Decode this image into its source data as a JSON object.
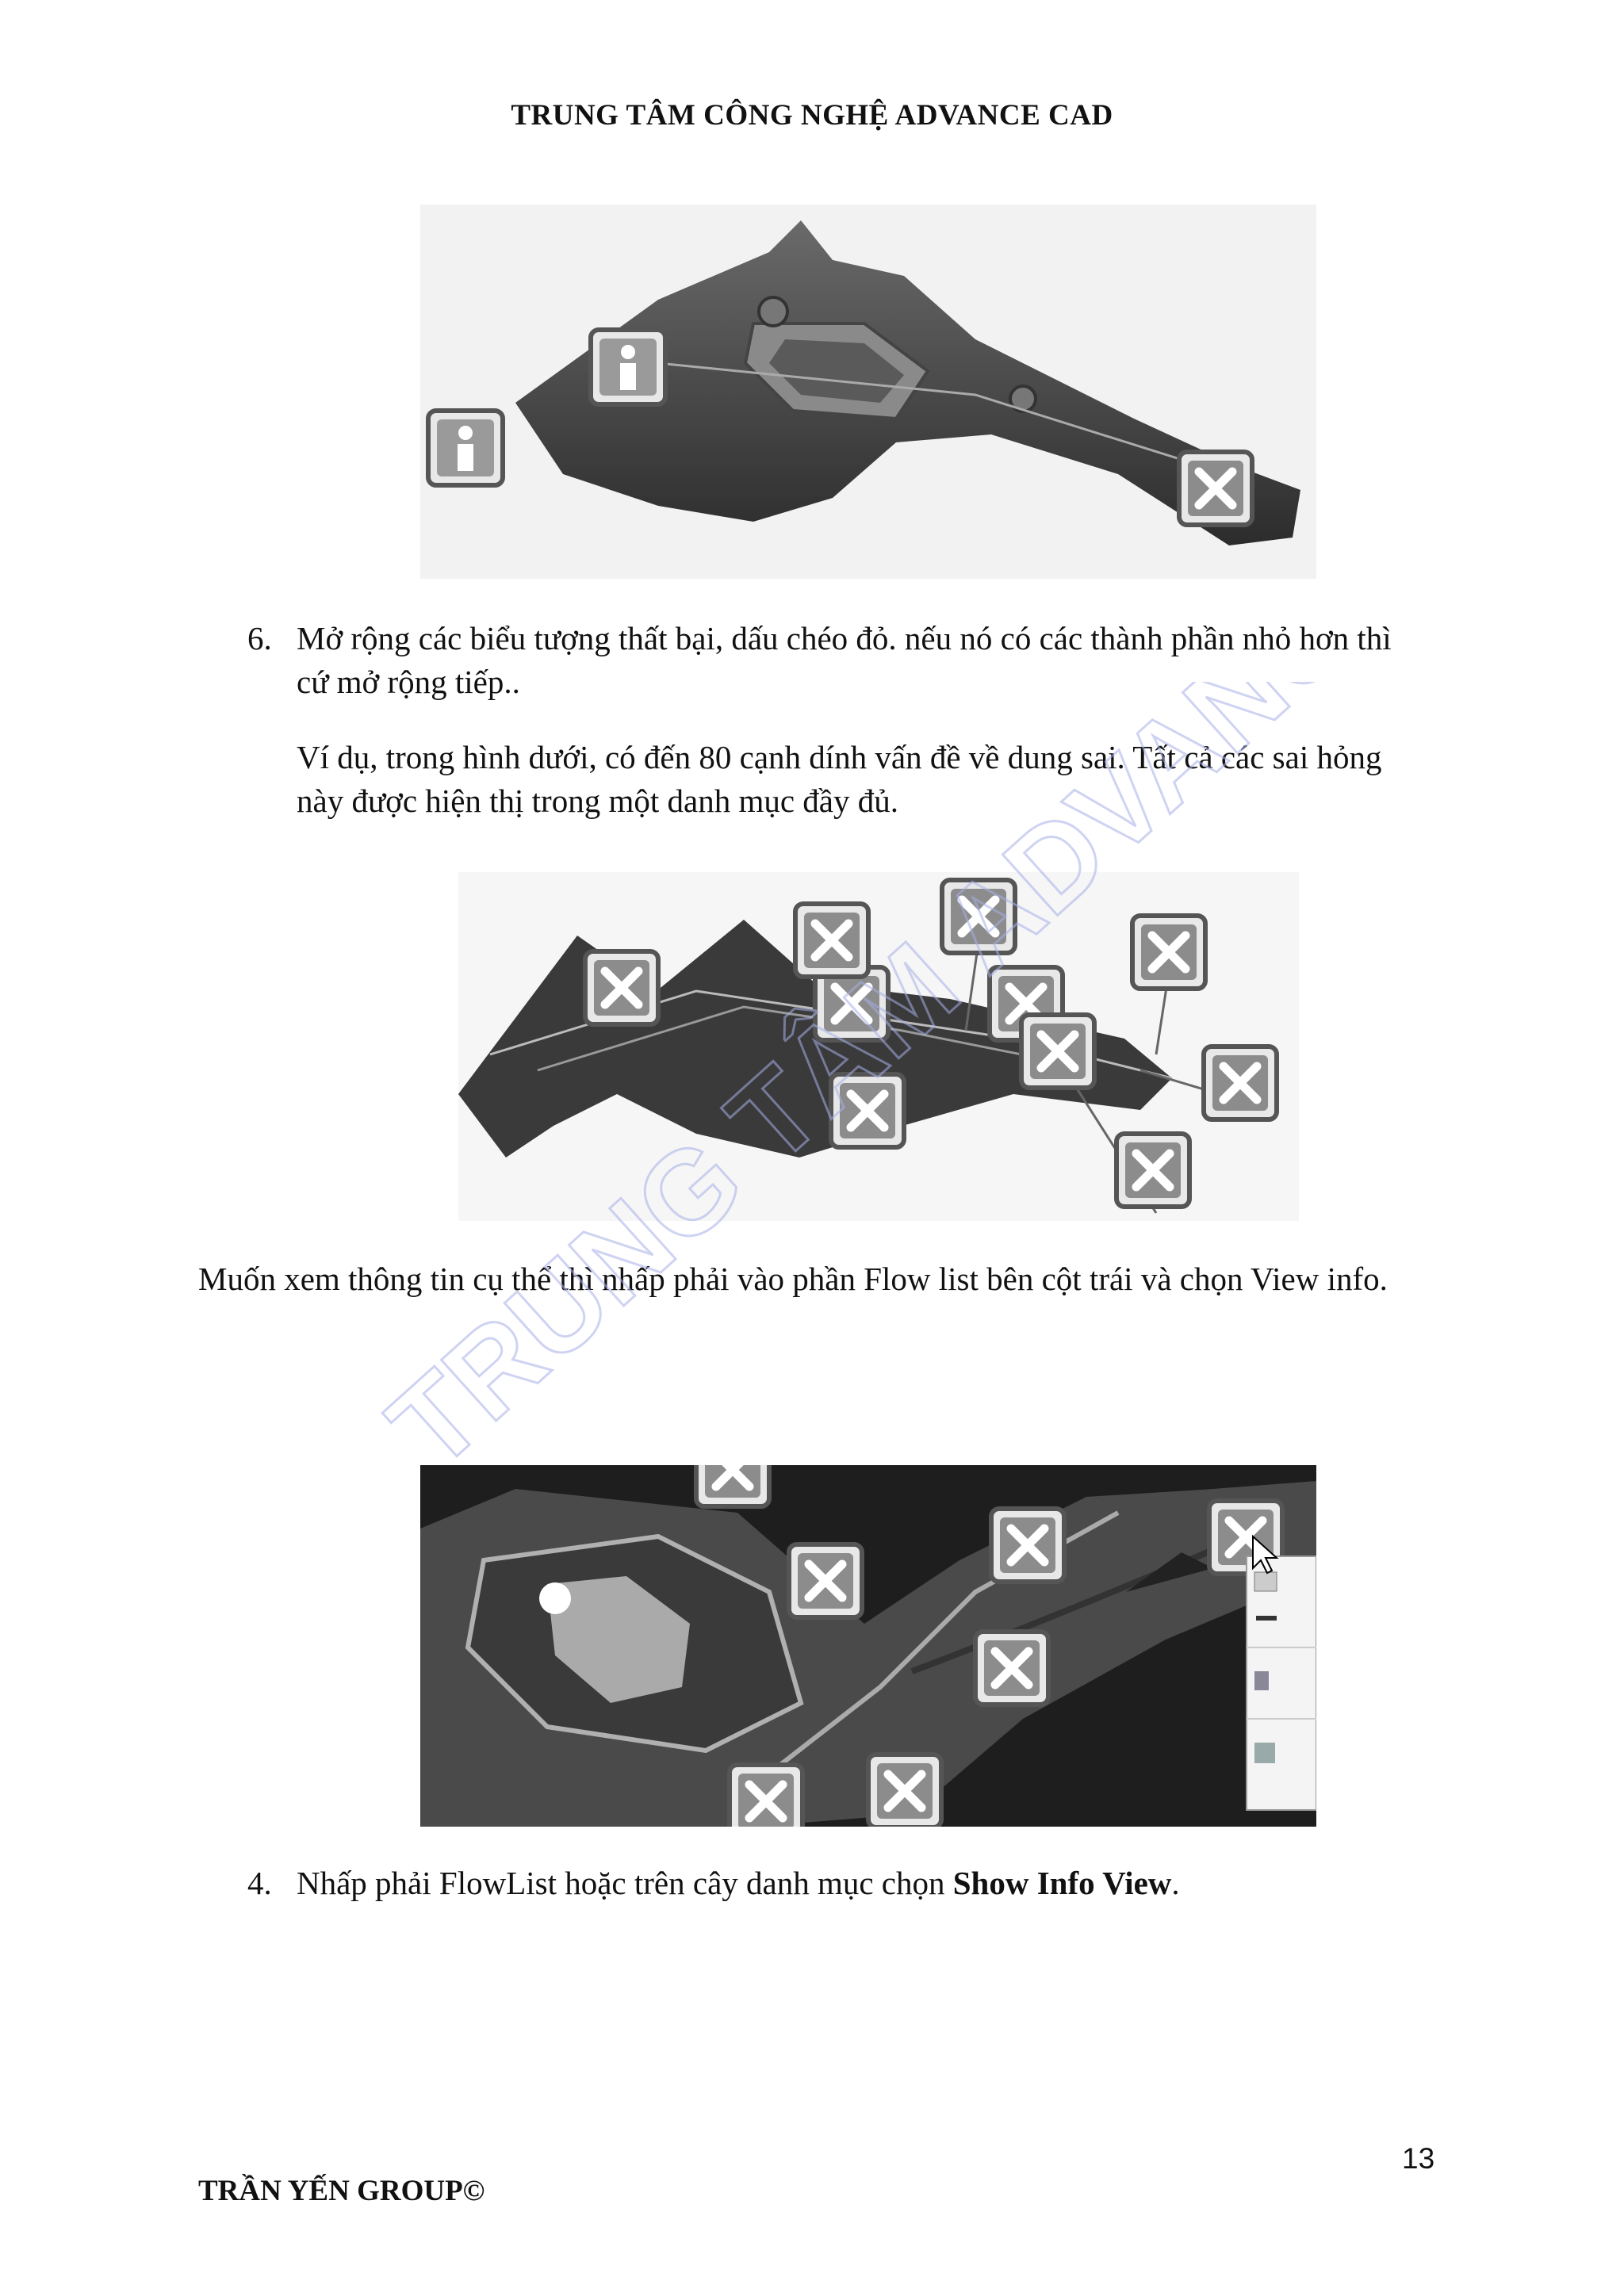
{
  "header": {
    "title": "TRUNG TÂM CÔNG NGHỆ ADVANCE CAD"
  },
  "step6": {
    "number": "6.",
    "text": "Mở rộng các biểu tượng thất bại, dấu chéo đỏ. nếu nó có các thành phần nhỏ hơn thì cứ mở rộng tiếp.."
  },
  "example": {
    "text": "Ví dụ, trong hình dưới, có đến 80 cạnh dính vấn đề về dung sai. Tất cả các sai hỏng này được hiện thị trong một danh mục đầy đủ."
  },
  "flow_info": {
    "text": "Muốn xem thông tin cụ thể thì nhấp phải vào phần Flow list bên cột trái và chọn View info."
  },
  "step4": {
    "number": "4.",
    "text_before": "Nhấp phải FlowList hoặc trên cây danh mục chọn ",
    "bold": "Show Info View",
    "text_after": "."
  },
  "watermark": {
    "text": "TRUNG TÂM ADVANCE CAD©"
  },
  "footer": {
    "group": "TRẦN YẾN GROUP©",
    "page_number": "13"
  },
  "icons": {
    "info": "info-icon",
    "fail": "fail-x-icon"
  }
}
